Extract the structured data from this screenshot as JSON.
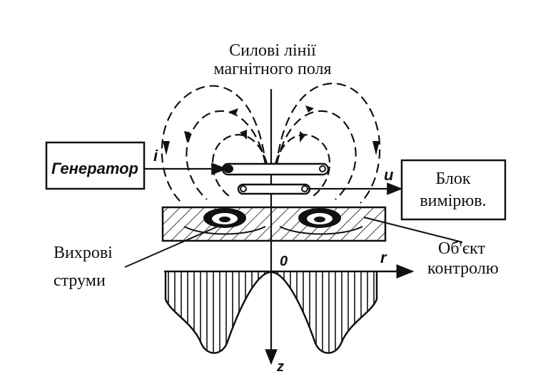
{
  "title_line1": "Силові лінії",
  "title_line2": "магнітного поля",
  "generator_label": "Генератор",
  "current_label": "i",
  "voltage_label": "u",
  "measure_line1": "Блок",
  "measure_line2": "вимірюв.",
  "eddy_line1": "Вихрові",
  "eddy_line2": "струми",
  "object_line1": "Об'єкт",
  "object_line2": "контролю",
  "origin_label": "0",
  "r_axis_label": "r",
  "z_axis_label": "z"
}
